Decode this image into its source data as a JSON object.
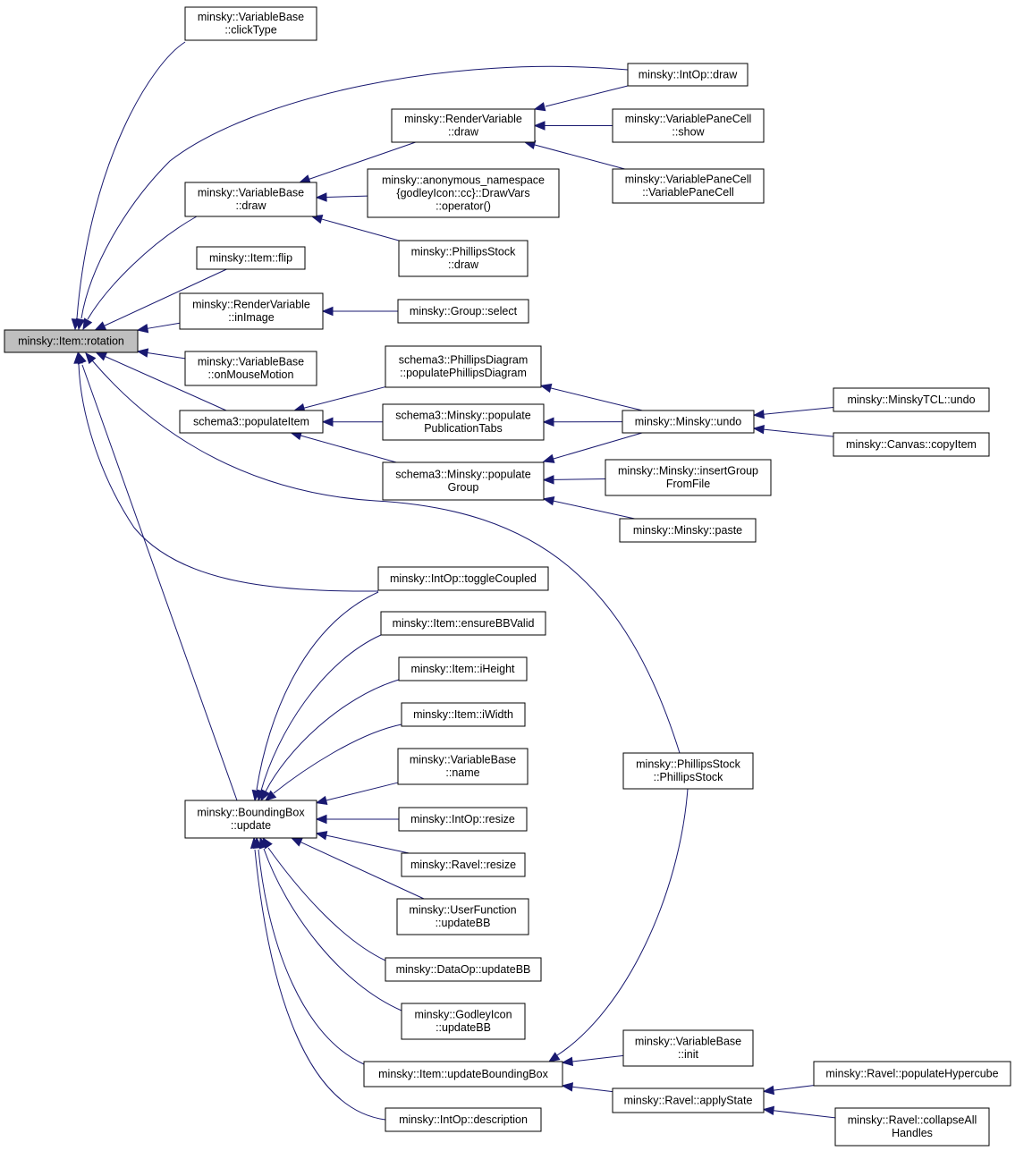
{
  "diagram": {
    "type": "call-graph",
    "colors": {
      "edge": "#191970",
      "node_border": "#000000",
      "node_fill": "#ffffff",
      "root_fill": "#bfbfbf"
    },
    "nodes": [
      {
        "id": "rotation",
        "lines": [
          "minsky::Item::rotation"
        ],
        "root": true
      },
      {
        "id": "vb_clickType",
        "lines": [
          "minsky::VariableBase",
          "::clickType"
        ]
      },
      {
        "id": "intop_draw",
        "lines": [
          "minsky::IntOp::draw"
        ]
      },
      {
        "id": "rv_draw",
        "lines": [
          "minsky::RenderVariable",
          "::draw"
        ]
      },
      {
        "id": "vpc_show",
        "lines": [
          "minsky::VariablePaneCell",
          "::show"
        ]
      },
      {
        "id": "vpc_ctor",
        "lines": [
          "minsky::VariablePaneCell",
          "::VariablePaneCell"
        ]
      },
      {
        "id": "vb_draw",
        "lines": [
          "minsky::VariableBase",
          "::draw"
        ]
      },
      {
        "id": "drawvars",
        "lines": [
          "minsky::anonymous_namespace",
          "{godleyIcon::cc}::DrawVars",
          "::operator()"
        ]
      },
      {
        "id": "ps_draw",
        "lines": [
          "minsky::PhillipsStock",
          "::draw"
        ]
      },
      {
        "id": "item_flip",
        "lines": [
          "minsky::Item::flip"
        ]
      },
      {
        "id": "rv_inImage",
        "lines": [
          "minsky::RenderVariable",
          "::inImage"
        ]
      },
      {
        "id": "group_select",
        "lines": [
          "minsky::Group::select"
        ]
      },
      {
        "id": "vb_onMouseMotion",
        "lines": [
          "minsky::VariableBase",
          "::onMouseMotion"
        ]
      },
      {
        "id": "populateItem",
        "lines": [
          "schema3::populateItem"
        ]
      },
      {
        "id": "pd_populate",
        "lines": [
          "schema3::PhillipsDiagram",
          "::populatePhillipsDiagram"
        ]
      },
      {
        "id": "m_popPubTabs",
        "lines": [
          "schema3::Minsky::populate",
          "PublicationTabs"
        ]
      },
      {
        "id": "m_popGroup",
        "lines": [
          "schema3::Minsky::populate",
          "Group"
        ]
      },
      {
        "id": "minsky_undo",
        "lines": [
          "minsky::Minsky::undo"
        ]
      },
      {
        "id": "tcl_undo",
        "lines": [
          "minsky::MinskyTCL::undo"
        ]
      },
      {
        "id": "canvas_copyItem",
        "lines": [
          "minsky::Canvas::copyItem"
        ]
      },
      {
        "id": "insertGroup",
        "lines": [
          "minsky::Minsky::insertGroup",
          "FromFile"
        ]
      },
      {
        "id": "minsky_paste",
        "lines": [
          "minsky::Minsky::paste"
        ]
      },
      {
        "id": "toggleCoupled",
        "lines": [
          "minsky::IntOp::toggleCoupled"
        ]
      },
      {
        "id": "ensureBB",
        "lines": [
          "minsky::Item::ensureBBValid"
        ]
      },
      {
        "id": "iHeight",
        "lines": [
          "minsky::Item::iHeight"
        ]
      },
      {
        "id": "iWidth",
        "lines": [
          "minsky::Item::iWidth"
        ]
      },
      {
        "id": "vb_name",
        "lines": [
          "minsky::VariableBase",
          "::name"
        ]
      },
      {
        "id": "bb_update",
        "lines": [
          "minsky::BoundingBox",
          "::update"
        ]
      },
      {
        "id": "intop_resize",
        "lines": [
          "minsky::IntOp::resize"
        ]
      },
      {
        "id": "ravel_resize",
        "lines": [
          "minsky::Ravel::resize"
        ]
      },
      {
        "id": "uf_updateBB",
        "lines": [
          "minsky::UserFunction",
          "::updateBB"
        ]
      },
      {
        "id": "dataop_updateBB",
        "lines": [
          "minsky::DataOp::updateBB"
        ]
      },
      {
        "id": "godley_updateBB",
        "lines": [
          "minsky::GodleyIcon",
          "::updateBB"
        ]
      },
      {
        "id": "updateBoundingBox",
        "lines": [
          "minsky::Item::updateBoundingBox"
        ]
      },
      {
        "id": "intop_desc",
        "lines": [
          "minsky::IntOp::description"
        ]
      },
      {
        "id": "ps_ctor",
        "lines": [
          "minsky::PhillipsStock",
          "::PhillipsStock"
        ]
      },
      {
        "id": "vb_init",
        "lines": [
          "minsky::VariableBase",
          "::init"
        ]
      },
      {
        "id": "ravel_applyState",
        "lines": [
          "minsky::Ravel::applyState"
        ]
      },
      {
        "id": "ravel_popHyper",
        "lines": [
          "minsky::Ravel::populateHypercube"
        ]
      },
      {
        "id": "ravel_collapse",
        "lines": [
          "minsky::Ravel::collapseAll",
          "Handles"
        ]
      }
    ],
    "edges": [
      [
        "vb_clickType",
        "rotation"
      ],
      [
        "intop_draw",
        "rotation"
      ],
      [
        "vb_draw",
        "rotation"
      ],
      [
        "item_flip",
        "rotation"
      ],
      [
        "rv_inImage",
        "rotation"
      ],
      [
        "vb_onMouseMotion",
        "rotation"
      ],
      [
        "populateItem",
        "rotation"
      ],
      [
        "ps_ctor",
        "rotation"
      ],
      [
        "toggleCoupled",
        "rotation"
      ],
      [
        "bb_update",
        "rotation"
      ],
      [
        "rv_draw",
        "vb_draw"
      ],
      [
        "intop_draw",
        "rv_draw"
      ],
      [
        "vpc_show",
        "rv_draw"
      ],
      [
        "vpc_ctor",
        "rv_draw"
      ],
      [
        "drawvars",
        "vb_draw"
      ],
      [
        "ps_draw",
        "vb_draw"
      ],
      [
        "group_select",
        "rv_inImage"
      ],
      [
        "pd_populate",
        "populateItem"
      ],
      [
        "m_popPubTabs",
        "populateItem"
      ],
      [
        "m_popGroup",
        "populateItem"
      ],
      [
        "minsky_undo",
        "pd_populate"
      ],
      [
        "minsky_undo",
        "m_popPubTabs"
      ],
      [
        "minsky_undo",
        "m_popGroup"
      ],
      [
        "tcl_undo",
        "minsky_undo"
      ],
      [
        "canvas_copyItem",
        "minsky_undo"
      ],
      [
        "insertGroup",
        "m_popGroup"
      ],
      [
        "minsky_paste",
        "m_popGroup"
      ],
      [
        "toggleCoupled",
        "bb_update"
      ],
      [
        "ensureBB",
        "bb_update"
      ],
      [
        "iHeight",
        "bb_update"
      ],
      [
        "iWidth",
        "bb_update"
      ],
      [
        "vb_name",
        "bb_update"
      ],
      [
        "intop_resize",
        "bb_update"
      ],
      [
        "ravel_resize",
        "bb_update"
      ],
      [
        "uf_updateBB",
        "bb_update"
      ],
      [
        "dataop_updateBB",
        "bb_update"
      ],
      [
        "godley_updateBB",
        "bb_update"
      ],
      [
        "updateBoundingBox",
        "bb_update"
      ],
      [
        "intop_desc",
        "bb_update"
      ],
      [
        "ps_ctor",
        "updateBoundingBox"
      ],
      [
        "vb_init",
        "updateBoundingBox"
      ],
      [
        "ravel_applyState",
        "updateBoundingBox"
      ],
      [
        "ravel_popHyper",
        "ravel_applyState"
      ],
      [
        "ravel_collapse",
        "ravel_applyState"
      ]
    ]
  }
}
